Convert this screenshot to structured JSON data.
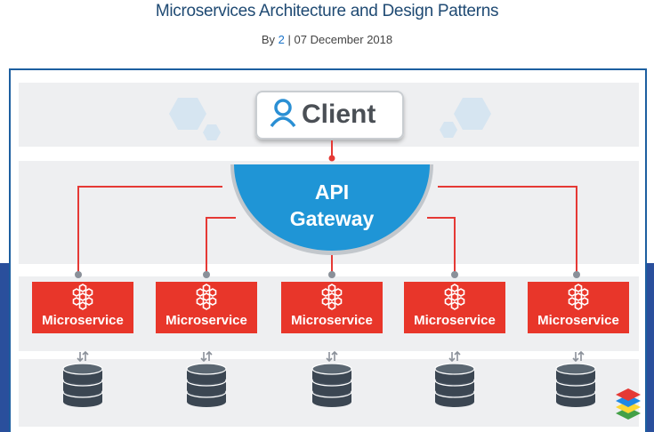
{
  "article": {
    "title": "Microservices Architecture and Design Patterns",
    "by_label": "By",
    "author": "2",
    "separator": "|",
    "date": "07 December 2018"
  },
  "diagram": {
    "client_label": "Client",
    "gateway_line1": "API",
    "gateway_line2": "Gateway",
    "microservices": [
      {
        "label": "Microservice"
      },
      {
        "label": "Microservice"
      },
      {
        "label": "Microservice"
      },
      {
        "label": "Microservice"
      },
      {
        "label": "Microservice"
      }
    ],
    "colors": {
      "connector": "#e53935",
      "microservice_box": "#e8362a",
      "gateway": "#1f95d6",
      "client_icon": "#2a8fd4",
      "database": "#3b4652"
    },
    "icons": [
      "user-icon",
      "microservice-hex-icon",
      "database-icon",
      "layers-icon",
      "hexagon-decoration"
    ]
  }
}
